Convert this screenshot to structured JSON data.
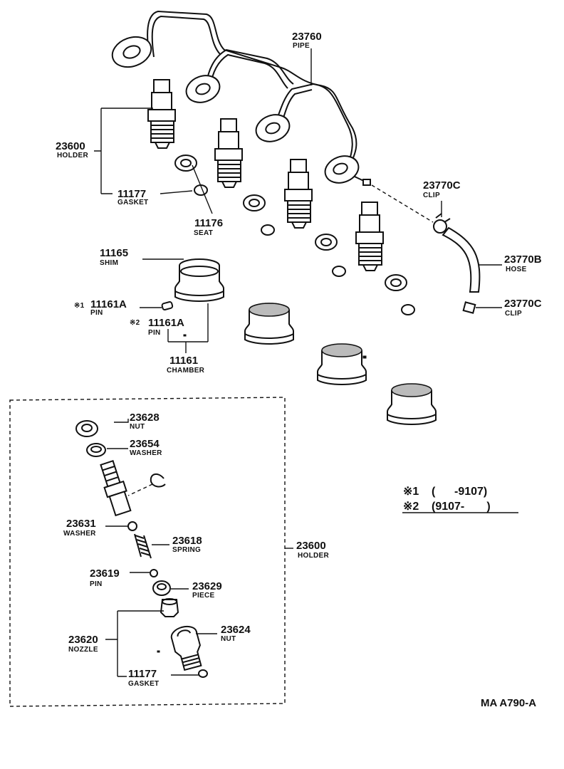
{
  "labels": {
    "pipe": {
      "num": "23760",
      "name": "PIPE"
    },
    "holder_top": {
      "num": "23600",
      "name": "HOLDER"
    },
    "gasket_top": {
      "num": "11177",
      "name": "GASKET"
    },
    "seat": {
      "num": "11176",
      "name": "SEAT"
    },
    "clip_upper": {
      "num": "23770C",
      "name": "CLIP"
    },
    "hose": {
      "num": "23770B",
      "name": "HOSE"
    },
    "clip_lower": {
      "num": "23770C",
      "name": "CLIP"
    },
    "shim": {
      "num": "11165",
      "name": "SHIM"
    },
    "pin1": {
      "mark": "※1",
      "num": "11161A",
      "name": "PIN"
    },
    "pin2": {
      "mark": "※2",
      "num": "11161A",
      "name": "PIN"
    },
    "chamber": {
      "num": "11161",
      "name": "CHAMBER"
    },
    "nut_top": {
      "num": "23628",
      "name": "NUT"
    },
    "washer_top": {
      "num": "23654",
      "name": "WASHER"
    },
    "washer_mid": {
      "num": "23631",
      "name": "WASHER"
    },
    "spring": {
      "num": "23618",
      "name": "SPRING"
    },
    "pin_small": {
      "num": "23619",
      "name": "PIN"
    },
    "piece": {
      "num": "23629",
      "name": "PIECE"
    },
    "nozzle": {
      "num": "23620",
      "name": "NOZZLE"
    },
    "nut_bottom": {
      "num": "23624",
      "name": "NUT"
    },
    "gasket_bottom": {
      "num": "11177",
      "name": "GASKET"
    },
    "holder_assembly": {
      "num": "23600",
      "name": "HOLDER"
    }
  },
  "notes": [
    {
      "mark": "※1",
      "range": "(      -9107)"
    },
    {
      "mark": "※2",
      "range": "(9107-       )"
    }
  ],
  "diagram_code": "MA A790-A"
}
